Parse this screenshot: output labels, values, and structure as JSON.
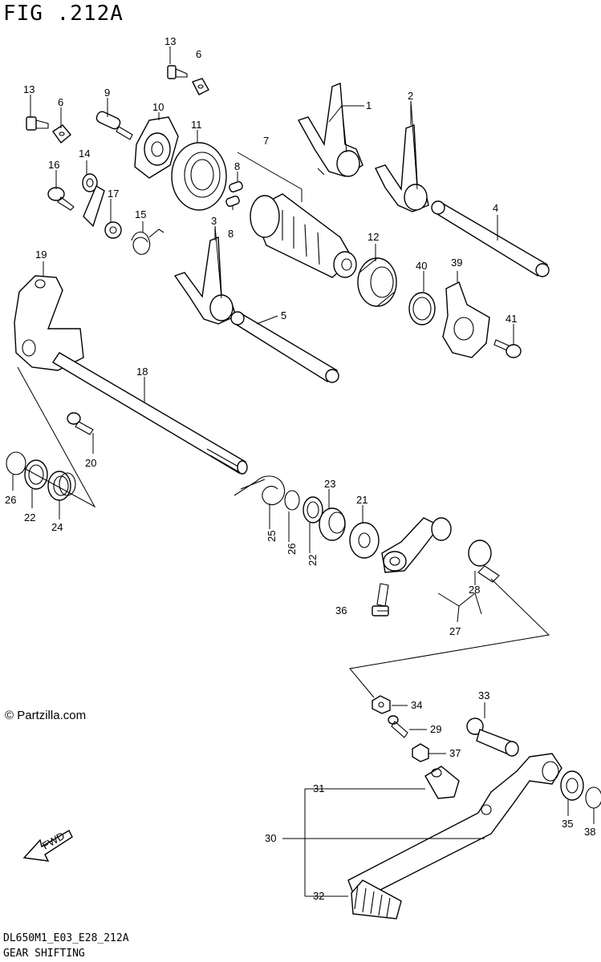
{
  "figure": {
    "title": "FIG .212A",
    "code": "DL650M1_E03_E28_212A",
    "name": "GEAR SHIFTING",
    "watermark": "© Partzilla.com",
    "fwd_label": "FWD"
  },
  "callouts": [
    {
      "id": "c13a",
      "label": "13"
    },
    {
      "id": "c6a",
      "label": "6"
    },
    {
      "id": "c13b",
      "label": "13"
    },
    {
      "id": "c6b",
      "label": "6"
    },
    {
      "id": "c9",
      "label": "9"
    },
    {
      "id": "c10",
      "label": "10"
    },
    {
      "id": "c11",
      "label": "11"
    },
    {
      "id": "c1",
      "label": "1"
    },
    {
      "id": "c2",
      "label": "2"
    },
    {
      "id": "c14",
      "label": "14"
    },
    {
      "id": "c16",
      "label": "16"
    },
    {
      "id": "c17",
      "label": "17"
    },
    {
      "id": "c15",
      "label": "15"
    },
    {
      "id": "c7",
      "label": "7"
    },
    {
      "id": "c8a",
      "label": "8"
    },
    {
      "id": "c8b",
      "label": "8"
    },
    {
      "id": "c3",
      "label": "3"
    },
    {
      "id": "c4",
      "label": "4"
    },
    {
      "id": "c12",
      "label": "12"
    },
    {
      "id": "c40",
      "label": "40"
    },
    {
      "id": "c39",
      "label": "39"
    },
    {
      "id": "c41",
      "label": "41"
    },
    {
      "id": "c19",
      "label": "19"
    },
    {
      "id": "c5",
      "label": "5"
    },
    {
      "id": "c18",
      "label": "18"
    },
    {
      "id": "c20",
      "label": "20"
    },
    {
      "id": "c26a",
      "label": "26"
    },
    {
      "id": "c22a",
      "label": "22"
    },
    {
      "id": "c24",
      "label": "24"
    },
    {
      "id": "c23",
      "label": "23"
    },
    {
      "id": "c21",
      "label": "21"
    },
    {
      "id": "c25",
      "label": "25"
    },
    {
      "id": "c26b",
      "label": "26"
    },
    {
      "id": "c22b",
      "label": "22"
    },
    {
      "id": "c28",
      "label": "28"
    },
    {
      "id": "c36",
      "label": "36"
    },
    {
      "id": "c27",
      "label": "27"
    },
    {
      "id": "c34",
      "label": "34"
    },
    {
      "id": "c33",
      "label": "33"
    },
    {
      "id": "c29",
      "label": "29"
    },
    {
      "id": "c37",
      "label": "37"
    },
    {
      "id": "c31",
      "label": "31"
    },
    {
      "id": "c30",
      "label": "30"
    },
    {
      "id": "c35",
      "label": "35"
    },
    {
      "id": "c38",
      "label": "38"
    },
    {
      "id": "c32",
      "label": "32"
    }
  ]
}
